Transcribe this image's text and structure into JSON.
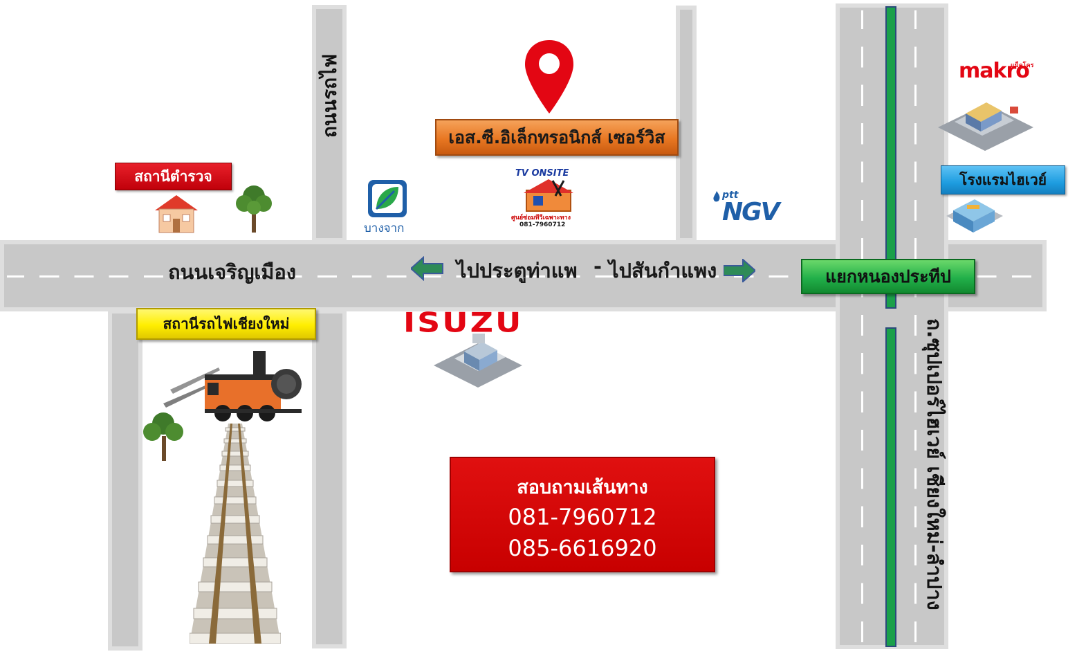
{
  "roads": {
    "main_horizontal": "ถนนเจริญเมือง",
    "left_vertical": "ถนนรถไฟ",
    "right_vertical": "ถ.ซุปเปอร์ไฮเวย์ เชียงใหม่-ลำปาง"
  },
  "directions": {
    "left": "ไปประตูท่าแพ",
    "separator": "-",
    "right": "ไปสันกำแพง"
  },
  "shop": {
    "name": "เอส.ซี.อิเล็กทรอนิกส์ เซอร์วิส"
  },
  "tv_onsite": {
    "title": "TV ONSITE",
    "subtitle": "ศูนย์ซ่อมทีวีเฉพาะทาง",
    "phone": "081-7960712"
  },
  "landmarks": {
    "police": "สถานีตำรวจ",
    "bangchak": "บางจาก",
    "ptt_brand": "ptt",
    "ngv": "NGV",
    "makro": "makro",
    "makro_small": "แม็คโคร",
    "hotel": "โรงแรมไฮเวย์",
    "junction": "แยกหนองประทีป",
    "train_station": "สถานีรถไฟเชียงใหม่",
    "isuzu": "ISUZU"
  },
  "contact": {
    "title": "สอบถามเส้นทาง",
    "phone1": "081-7960712",
    "phone2": "085-6616920"
  },
  "colors": {
    "road": "#c8c8c8",
    "pin": "#e30613",
    "shop_label": "#e87722",
    "police_label": "#c0000a",
    "train_label": "#ffee00",
    "hotel_label": "#1e9de0",
    "junction_label": "#22b04a",
    "contact_box": "#d50000",
    "arrow": "#2e8b57",
    "median": "#1aa04a"
  }
}
